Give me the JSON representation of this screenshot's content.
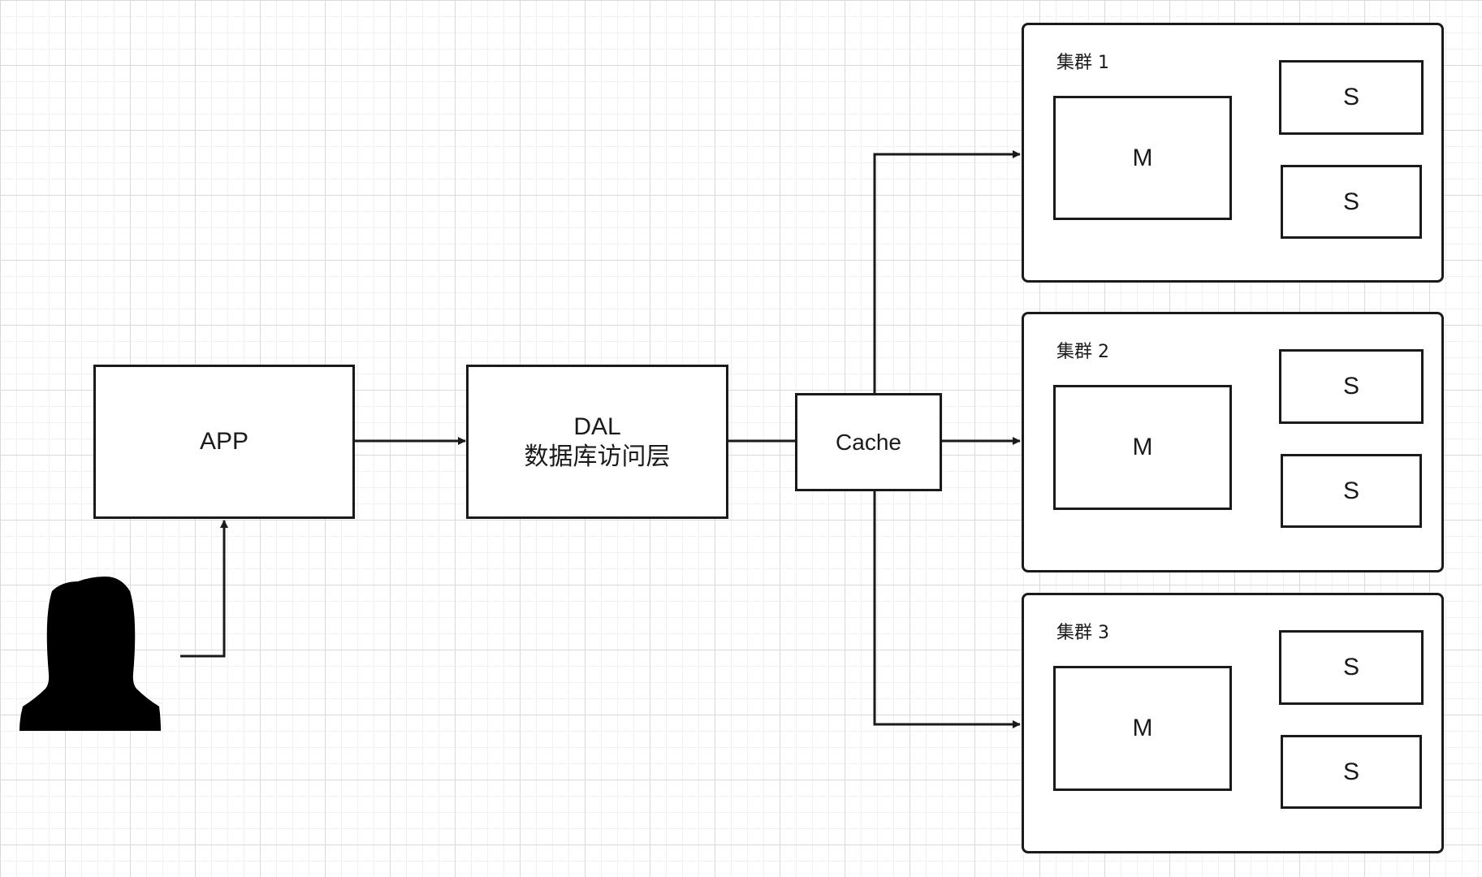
{
  "nodes": {
    "app": "APP",
    "dal": "DAL\n数据库访问层",
    "cache": "Cache"
  },
  "clusters": [
    {
      "label": "集群 1",
      "master": "M",
      "slaves": [
        "S",
        "S"
      ]
    },
    {
      "label": "集群 2",
      "master": "M",
      "slaves": [
        "S",
        "S"
      ]
    },
    {
      "label": "集群 3",
      "master": "M",
      "slaves": [
        "S",
        "S"
      ]
    }
  ],
  "icons": {
    "user": "user-silhouette-icon"
  }
}
